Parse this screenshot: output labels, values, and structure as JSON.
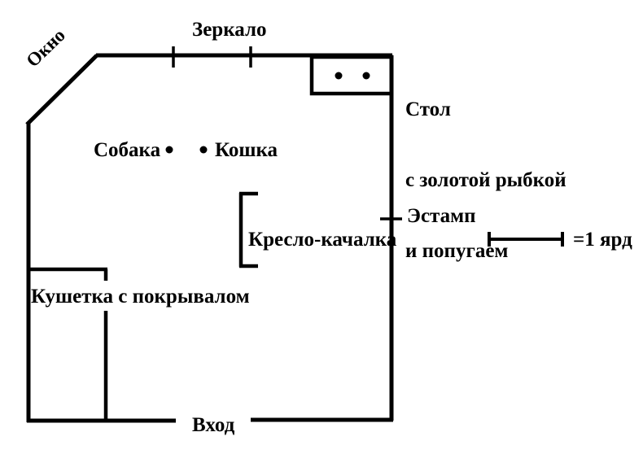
{
  "diagram": {
    "title_visible": false,
    "stroke_color": "#000000",
    "background_color": "#ffffff",
    "labels": {
      "mirror": "Зеркало",
      "window": "Окно",
      "table_line1": "Стол",
      "table_line2": "с золотой рыбкой",
      "table_line3": "и попугаем",
      "dog": "Собака",
      "cat": "Кошка",
      "rocking_chair": "Кресло-качалка",
      "print": "Эстамп",
      "couch": "Кушетка с покрывалом",
      "entrance": "Вход",
      "scale": "=1 ярд"
    },
    "markers": {
      "dog_dot": "dot",
      "cat_dot": "dot",
      "goldfish_dot": "dot",
      "parrot_dot": "dot"
    },
    "scale_bar": {
      "length_label": "=1 ярд",
      "value": 1,
      "unit": "ярд"
    }
  }
}
